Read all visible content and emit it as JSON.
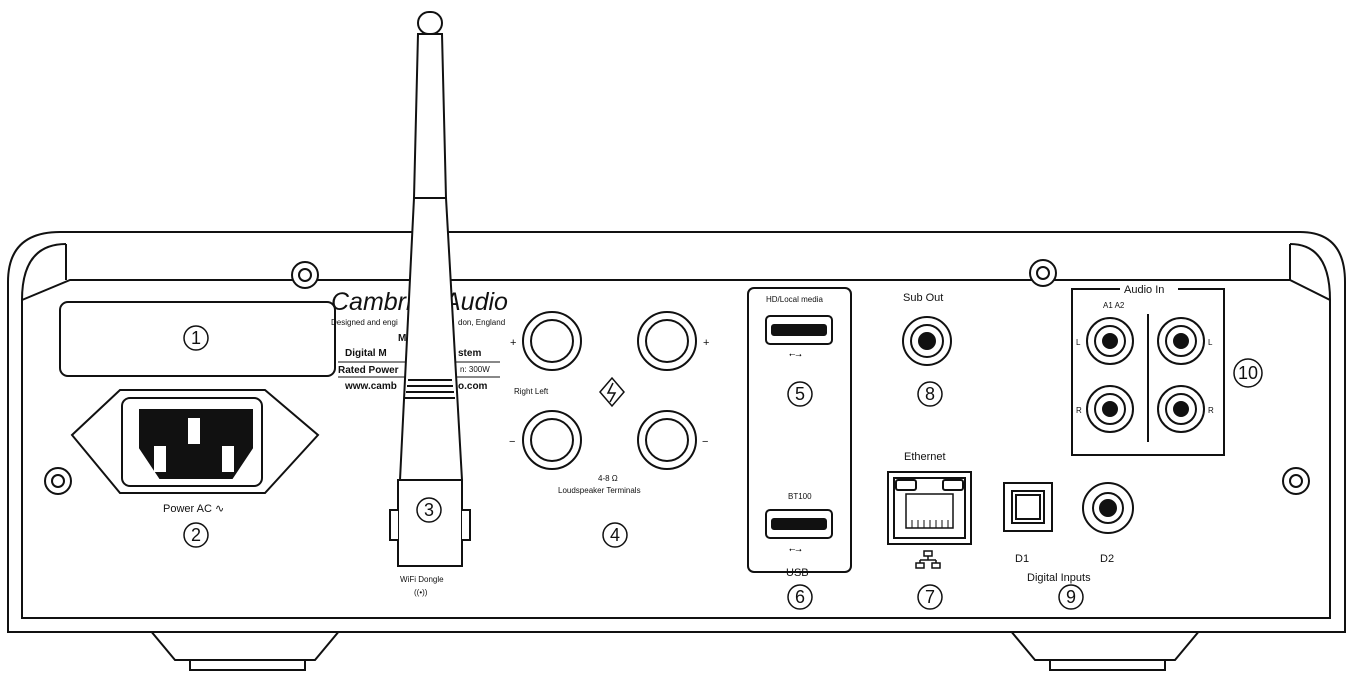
{
  "brand": {
    "name_visible": "Cambri",
    "name_visible_right": "Audio",
    "designed_left": "Designed and engi",
    "designed_right": "don, England",
    "letter_m": "M",
    "model_left": "Digital M",
    "model_right": "stem",
    "rated_left": "Rated Power",
    "rated_right": "n: 300W",
    "url_left": "www.camb",
    "url_right": "o.com"
  },
  "callouts": [
    "1",
    "2",
    "3",
    "4",
    "5",
    "6",
    "7",
    "8",
    "9",
    "10"
  ],
  "labels": {
    "power_ac": "Power AC ∿",
    "wifi_dongle": "WiFi Dongle",
    "wifi_symbol": "((•))",
    "right_left": "Right  Left",
    "impedance": "4-8 Ω",
    "loudspeaker_terminals": "Loudspeaker Terminals",
    "plus": "+",
    "minus": "−",
    "hd_local_media": "HD/Local media",
    "bt100": "BT100",
    "usb": "USB",
    "usb_symbol": "⭠⭢",
    "sub_out": "Sub Out",
    "ethernet": "Ethernet",
    "d1": "D1",
    "d2": "D2",
    "digital_inputs": "Digital Inputs",
    "audio_in": "Audio In",
    "a1_a2": "A1  A2",
    "l": "L",
    "r": "R"
  },
  "colors": {
    "line": "#111111",
    "background": "#ffffff"
  }
}
